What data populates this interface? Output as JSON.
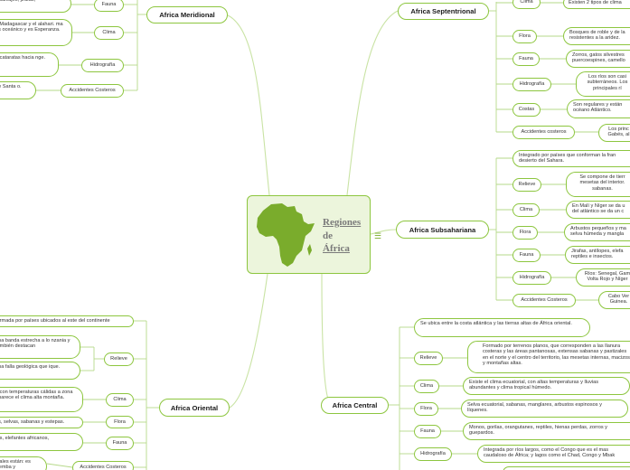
{
  "central": {
    "title_line1": "Regiones",
    "title_line2": "de",
    "title_line3": "África",
    "menu_icon": "hamburger-icon",
    "map_icon": "africa-map-icon"
  },
  "colors": {
    "accent": "#8dc63f",
    "central_fill": "#ecf5dc"
  },
  "septentrional": {
    "title": "Africa Septentrional",
    "clima": "Clima",
    "clima_detail": "Existen 2 tipos de clima",
    "flora": "Flora",
    "flora_detail": "Bosques de roble y de la resistentes a la aridez.",
    "fauna": "Fauna",
    "fauna_detail": "Zorros, gatos silvestres puercoespines, camello",
    "hidrografia": "Hidrografía",
    "hidro_detail": "Los ríos son casi subterráneos. Los principales rí",
    "costas": "Costas",
    "costas_detail": "Son regulares y están océano Atlántico.",
    "accidentes": "Accidentes costeros",
    "accidentes_detail": "Los princ Gabés, al"
  },
  "subsahariana": {
    "title": "Africa Subsahariana",
    "intro": "Integrado por países que conforman la fran desierto del Sahara.",
    "relieve": "Relieve",
    "relieve_detail": "Se compone de tierr mesetas del interior. sabanas.",
    "clima": "Clima",
    "clima_detail": "En Malí y Níger se da u del atlántico se da un c",
    "flora": "Flora",
    "flora_detail": "Arbustos pequeños y ma selva húmeda y mangla",
    "fauna": "Fauna",
    "fauna_detail": "Jirafas, antílopes, elefa reptiles e insectos.",
    "hidrografia": "Hidrografía",
    "hidro_detail": "Ríos: Senegal, Gam Volta Rojo y Níger",
    "accidentes": "Accidentes Costeros",
    "accidentes_detail": "Cabo Ver Guinea."
  },
  "central_region": {
    "title": "Africa Central",
    "intro": "Se ubica entre la costa atlántica y las tierras altas de África oriental.",
    "relieve": "Relieve",
    "relieve_detail": "Formado por terrenos planos, que corresponden a las llanura costeras y las áreas pantanosas, extensas sabanas y pastizales en el norte y el centro del territorio, las mesetas internas, macizos y montañas altas.",
    "clima": "Clima",
    "clima_detail": "Existe el clima ecuatorial, con altas temperaturas y lluvias abundantes y clima tropical húmedo.",
    "flora": "Flora",
    "flora_detail": "Selva ecuatorial, sabanas, manglares, arbustos espinosos y líquenes.",
    "fauna": "Fauna",
    "fauna_detail": "Monos, gorilas, orangutanes, reptiles, hienas perdas, zorros y guepardos.",
    "hidrografia": "Hidrografía",
    "hidro_detail": "Integrada por ríos largos, como el Congo que es el mas caudaloso de África; y lagos como el Chad, Congo y Mbak"
  },
  "meridional": {
    "title": "Africa Meridional",
    "fauna": "Fauna",
    "fauna_detail": "s salvajes, jirafas,",
    "clima": "Clima",
    "clima_detail": "y Madagascar y el alahari. ma es oceánico y es Esperanza.",
    "hidrografia": "Hidrografía",
    "hidro_detail": "n cataratas hacia nge.",
    "accidentes": "Accidentes Costeros",
    "accidentes_detail": "de Santa o."
  },
  "oriental": {
    "title": "Africa Oriental",
    "intro": "formada por países ubicados al este del continente",
    "relieve": "Relieve",
    "relieve_detail1": "una banda estrecha a lo nzania y también destacan",
    "relieve_detail2": "una falla geológica que ique.",
    "clima": "Clima",
    "clima_detail": "o con temperaturas cálidas a zona aparece el clima alta montaña.",
    "flora": "Flora",
    "flora_detail": "es, selvas, sabanas y estepas.",
    "fauna": "Fauna",
    "fauna_detail": "fas, elefantes africanos,",
    "accidentes": "Accidentes Costeros",
    "accidentes_detail": "ipales están: es Pemba y"
  }
}
